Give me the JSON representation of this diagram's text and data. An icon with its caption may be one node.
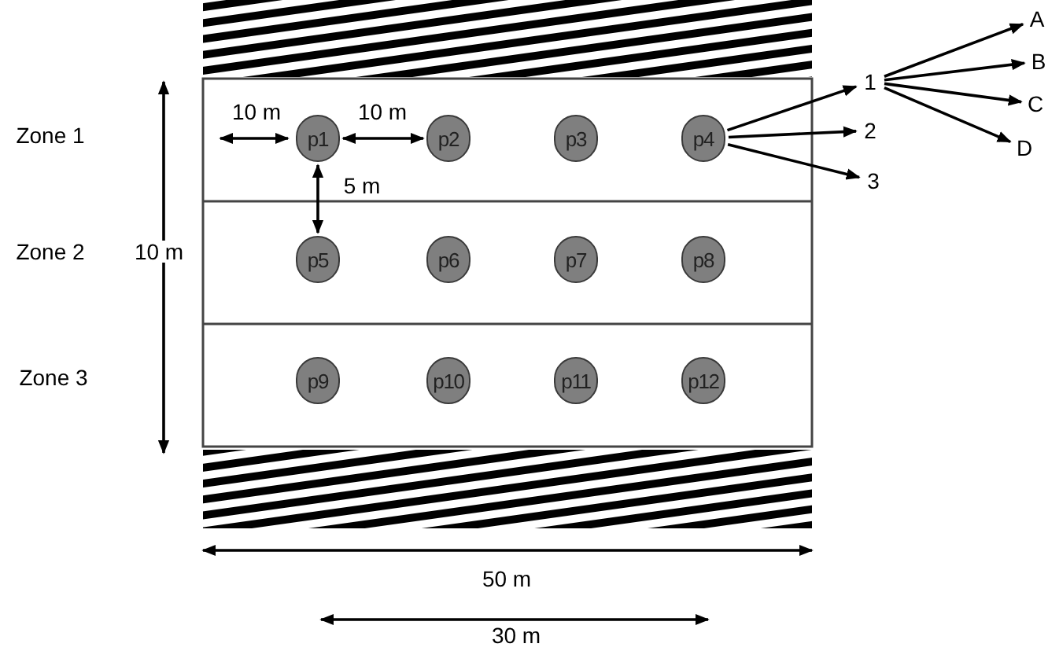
{
  "diagram": {
    "nodes": [
      {
        "text": [
          "p1"
        ]
      },
      {
        "text": [
          "p2"
        ]
      },
      {
        "text": [
          "p3"
        ]
      },
      {
        "text": [
          "p4"
        ]
      },
      {
        "text": [
          "p5"
        ]
      },
      {
        "text": [
          "p6"
        ]
      },
      {
        "text": [
          "p7"
        ]
      },
      {
        "text": [
          "p8"
        ]
      },
      {
        "text": [
          "p9"
        ]
      },
      {
        "text": [
          "p10"
        ]
      },
      {
        "text": [
          "p11"
        ]
      },
      {
        "text": [
          "p12"
        ]
      },
      {
        "text": [
          "1"
        ]
      },
      {
        "text": [
          "2"
        ]
      },
      {
        "text": [
          "3"
        ]
      },
      {
        "text": [
          "A"
        ]
      },
      {
        "text": [
          "B"
        ]
      },
      {
        "text": [
          "C"
        ]
      },
      {
        "text": [
          "D"
        ]
      }
    ],
    "edges": [
      {
        "from": 3,
        "to": 12,
        "arrow": "to"
      },
      {
        "from": 3,
        "to": 13,
        "arrow": "to"
      },
      {
        "from": 3,
        "to": 14,
        "arrow": "to"
      },
      {
        "from": 12,
        "to": 15,
        "arrow": "to"
      },
      {
        "from": 12,
        "to": 16,
        "arrow": "to"
      },
      {
        "from": 12,
        "to": 17,
        "arrow": "to"
      },
      {
        "from": 12,
        "to": 18,
        "arrow": "to"
      },
      {
        "from": 0,
        "to": 1,
        "arrow": "both",
        "label": "10 m"
      },
      {
        "from": 0,
        "to": 4,
        "arrow": "both",
        "label": "5 m"
      }
    ],
    "labels": [
      "10 m",
      "Zone 1",
      "Zone 2",
      "10 m",
      "Zone 3",
      "50 m",
      "30 m"
    ]
  }
}
